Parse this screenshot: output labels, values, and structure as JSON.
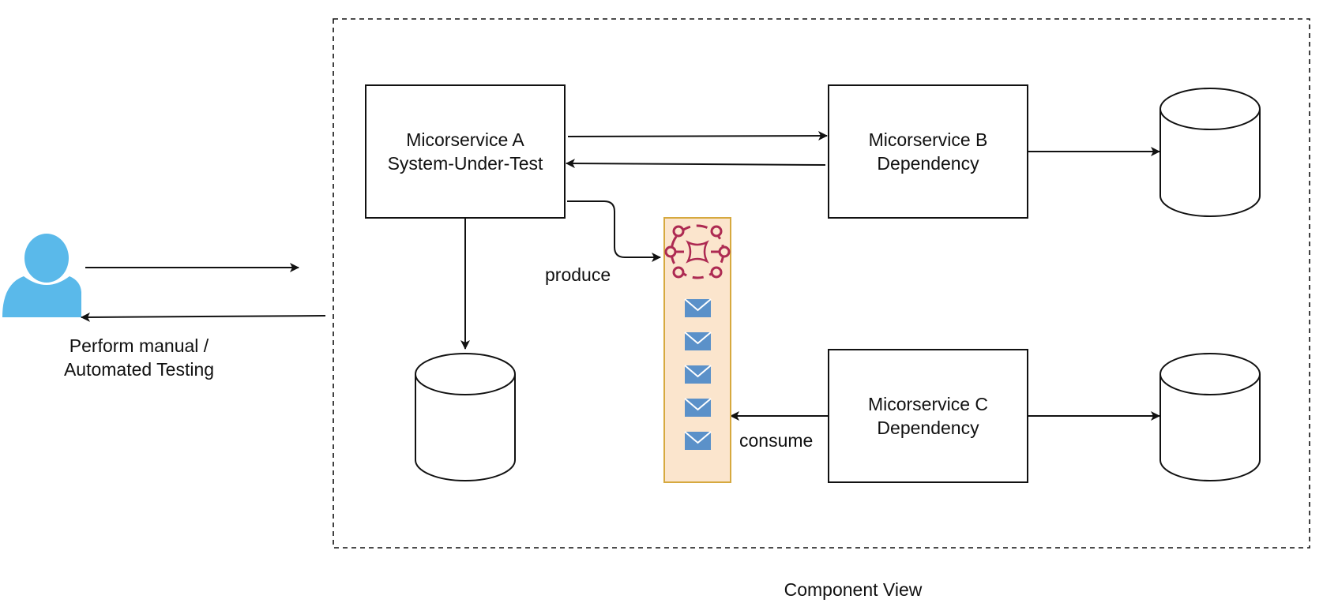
{
  "services": {
    "a": {
      "name": "Micorservice A",
      "role": "System-Under-Test"
    },
    "b": {
      "name": "Micorservice B",
      "role": "Dependency"
    },
    "c": {
      "name": "Micorservice C",
      "role": "Dependency"
    }
  },
  "actor": {
    "line1": "Perform manual /",
    "line2": "Automated Testing",
    "icon": "user-icon",
    "color": "#5ab9ea"
  },
  "edges": {
    "produce": "produce",
    "consume": "consume"
  },
  "queue": {
    "icon": "message-broker-icon",
    "message_icon": "envelope-icon",
    "message_count": 5,
    "fill": "#fbe5cd",
    "stroke": "#d6a93f",
    "broker_color": "#ad2a52",
    "envelope_color": "#5b91c9"
  },
  "boundary": {
    "caption": "Component View"
  }
}
